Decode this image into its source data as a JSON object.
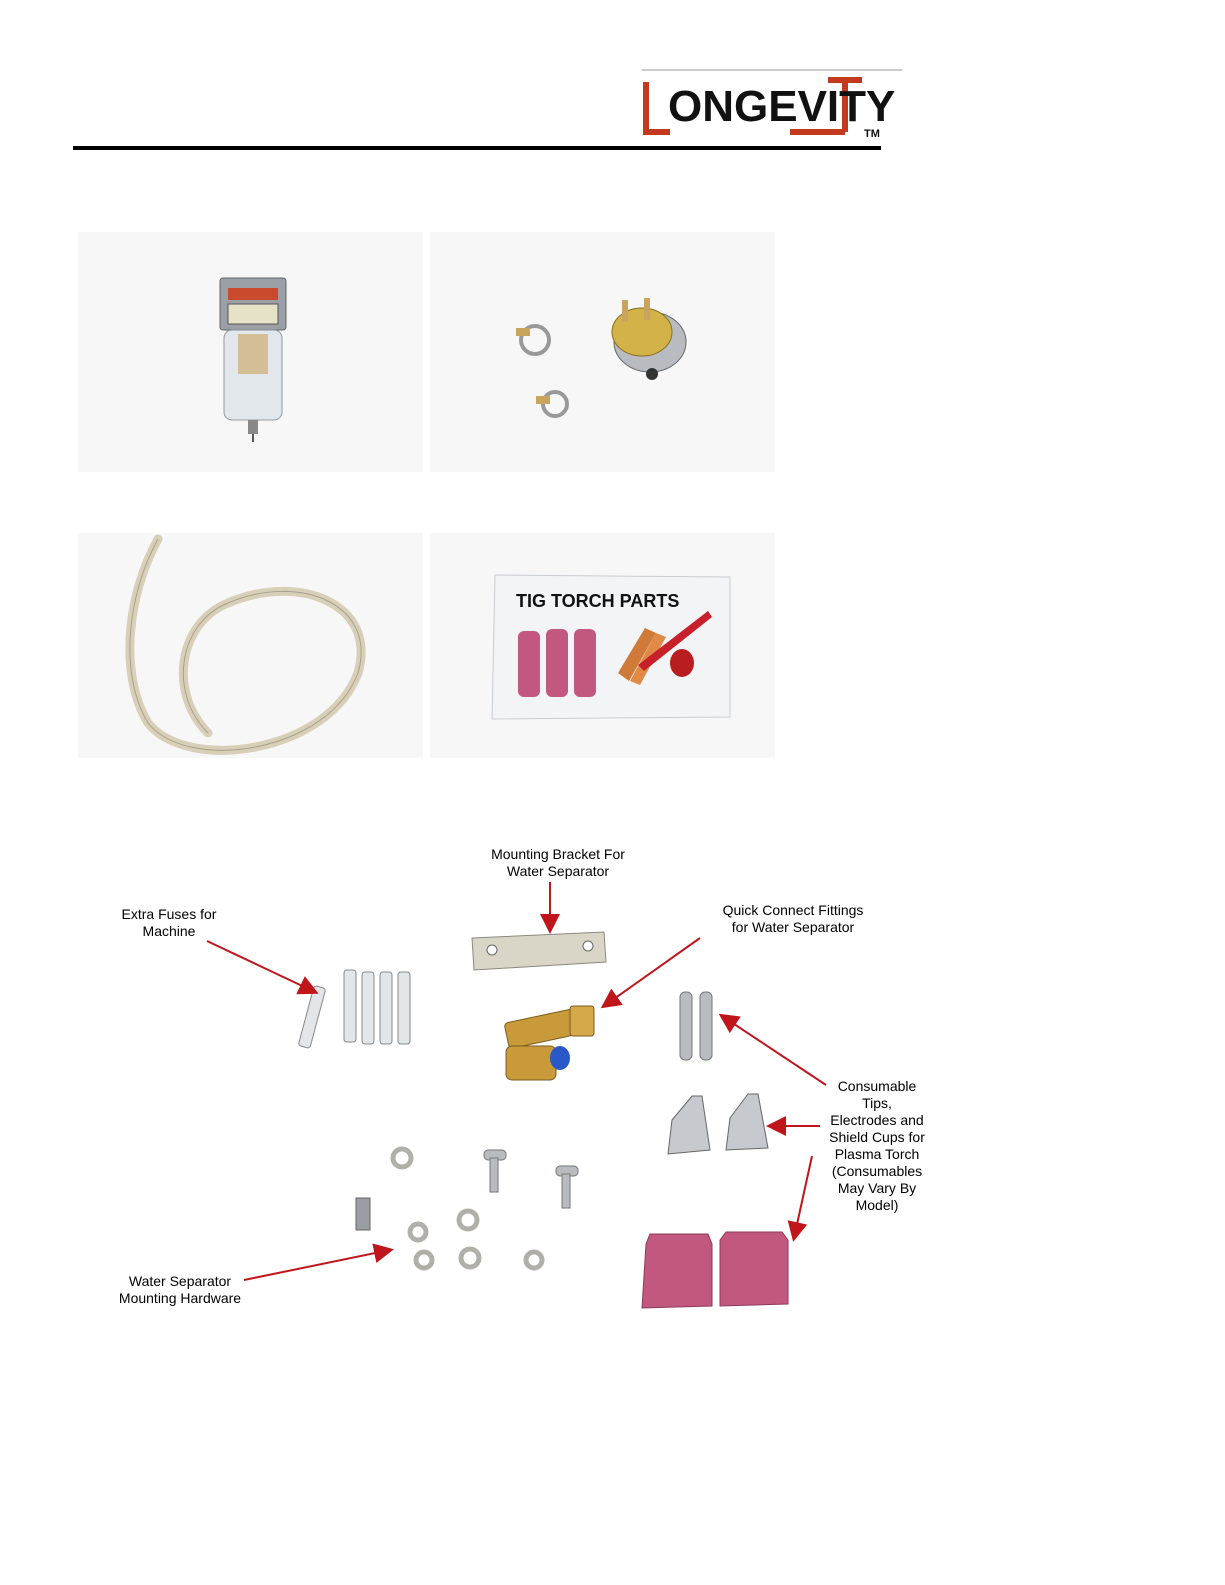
{
  "brand": {
    "logo_text": "ONGEVITY",
    "logo_initial": "L",
    "tm": "TM",
    "accent": "#c43a1e"
  },
  "photos": {
    "tig_bag_text": "TIG TORCH PARTS"
  },
  "labels": {
    "mounting_bracket": "Mounting Bracket For\nWater Separator",
    "extra_fuses": "Extra Fuses for\nMachine",
    "quick_connect": "Quick Connect Fittings\nfor Water Separator",
    "consumables": "Consumable\nTips,\nElectrodes and\nShield Cups for\nPlasma Torch\n(Consumables\nMay Vary By\nModel)",
    "water_hardware": "Water Separator\nMounting Hardware"
  },
  "colors": {
    "arrow": "#c0151b",
    "ceramic": "#c2587f",
    "brass": "#c89a3a",
    "chrome": "#b9bcc0"
  }
}
